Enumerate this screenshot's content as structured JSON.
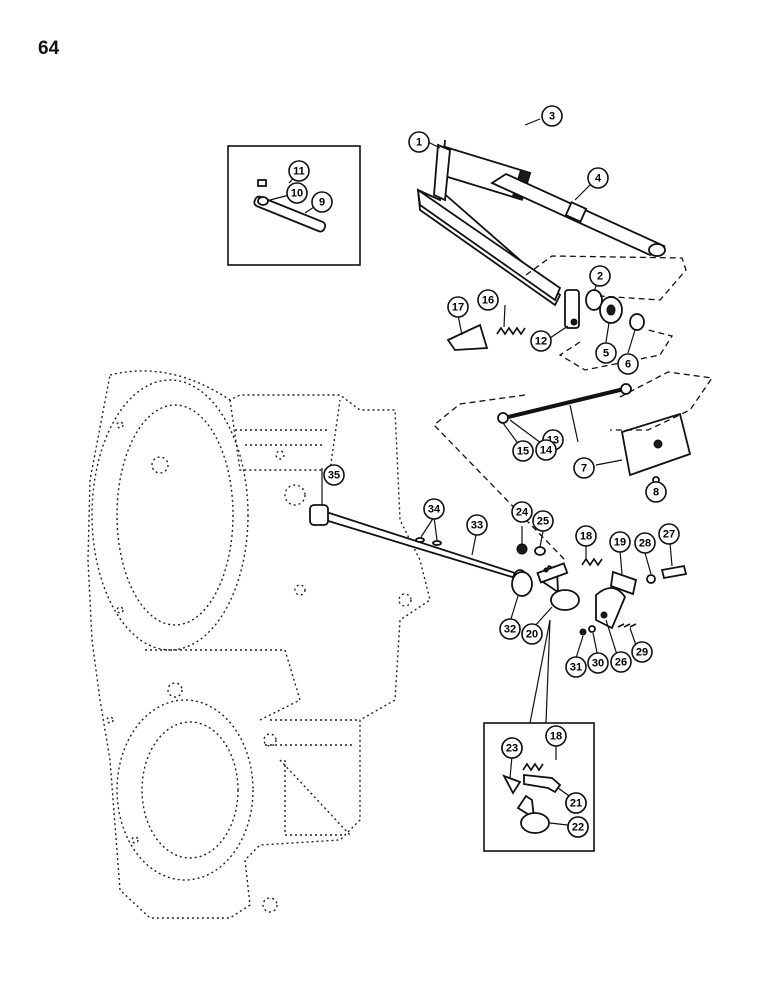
{
  "page_number": "64",
  "callouts": [
    "1",
    "2",
    "3",
    "4",
    "5",
    "6",
    "7",
    "8",
    "9",
    "10",
    "11",
    "12",
    "13",
    "14",
    "15",
    "16",
    "17",
    "18",
    "19",
    "20",
    "21",
    "22",
    "23",
    "24",
    "25",
    "26",
    "27",
    "28",
    "29",
    "30",
    "31",
    "32",
    "33",
    "34",
    "35",
    "18",
    "21",
    "22",
    "23"
  ]
}
